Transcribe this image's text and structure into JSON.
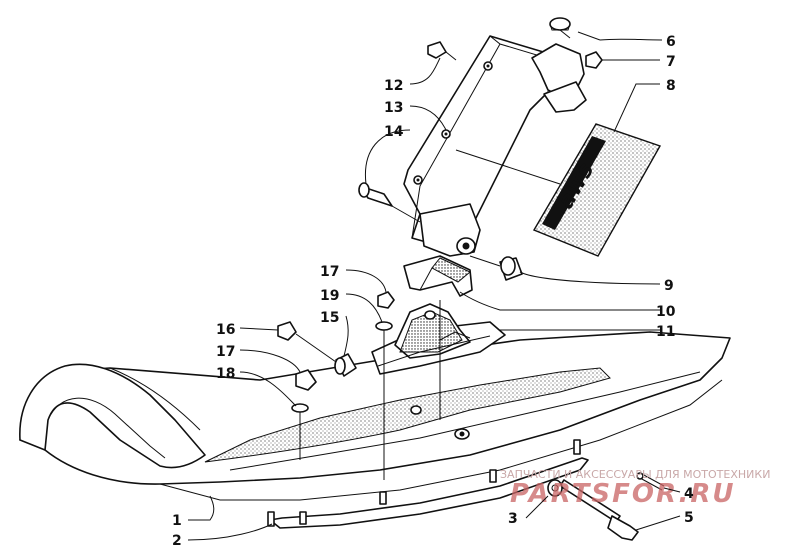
{
  "callouts": [
    {
      "label": "1",
      "name": "ski"
    },
    {
      "label": "2",
      "name": "wear-bar"
    },
    {
      "label": "3",
      "name": "washer"
    },
    {
      "label": "4",
      "name": "cotter-pin"
    },
    {
      "label": "5",
      "name": "bolt"
    },
    {
      "label": "6",
      "name": "cap"
    },
    {
      "label": "7",
      "name": "nut"
    },
    {
      "label": "8",
      "name": "decal"
    },
    {
      "label": "9",
      "name": "bushing"
    },
    {
      "label": "10",
      "name": "damper"
    },
    {
      "label": "11",
      "name": "saddle"
    },
    {
      "label": "12",
      "name": "grease-fitting"
    },
    {
      "label": "13",
      "name": "spindle"
    },
    {
      "label": "14",
      "name": "sleeve"
    },
    {
      "label": "15",
      "name": "spacer"
    },
    {
      "label": "16",
      "name": "nut"
    },
    {
      "label": "17",
      "name": "lock-nut"
    },
    {
      "label": "18",
      "name": "washer"
    },
    {
      "label": "19",
      "name": "washer"
    },
    {
      "label": "17",
      "name": "lock-nut"
    }
  ],
  "decal_text": "aws",
  "watermark": {
    "line1": "ЗАПЧАСТИ И АКСЕССУАРЫ ДЛЯ МОТОТЕХНИКИ",
    "line2": "PARTSFOR.RU"
  },
  "colors": {
    "line": "#111111",
    "watermark": "#c96464"
  }
}
